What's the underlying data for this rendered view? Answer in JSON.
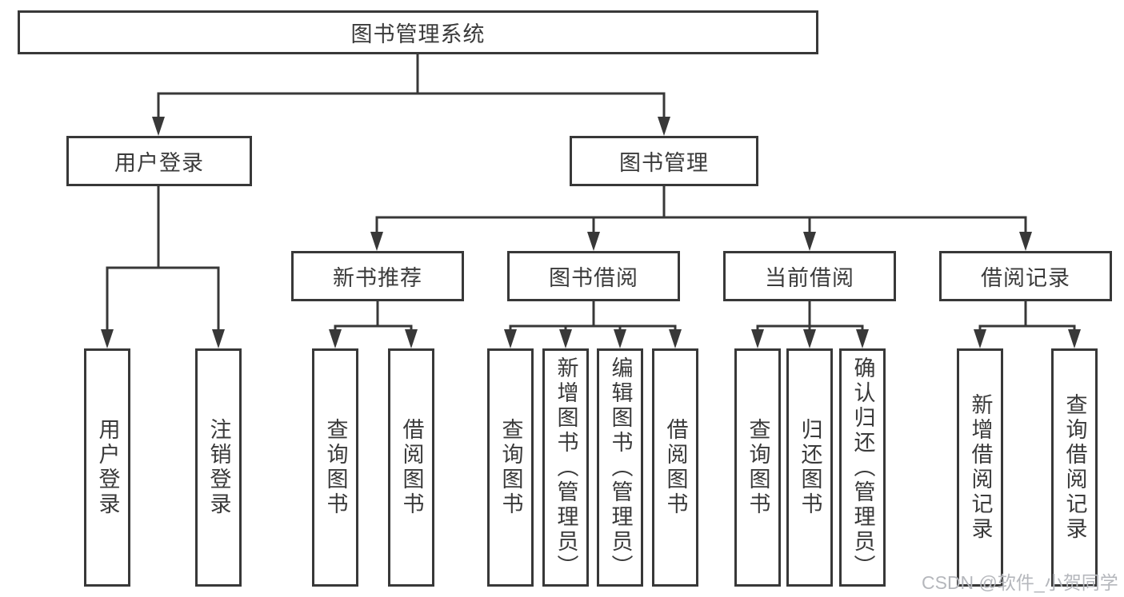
{
  "diagram": {
    "root": {
      "label": "图书管理系统"
    },
    "branches": [
      {
        "label": "用户登录",
        "children": [
          {
            "label": "用户登录"
          },
          {
            "label": "注销登录"
          }
        ]
      },
      {
        "label": "图书管理",
        "children": [
          {
            "label": "新书推荐",
            "children": [
              {
                "label": "查询图书"
              },
              {
                "label": "借阅图书"
              }
            ]
          },
          {
            "label": "图书借阅",
            "children": [
              {
                "label": "查询图书"
              },
              {
                "label": "新增图书（管理员）"
              },
              {
                "label": "编辑图书（管理员）"
              },
              {
                "label": "借阅图书"
              }
            ]
          },
          {
            "label": "当前借阅",
            "children": [
              {
                "label": "查询图书"
              },
              {
                "label": "归还图书"
              },
              {
                "label": "确认归还（管理员）"
              }
            ]
          },
          {
            "label": "借阅记录",
            "children": [
              {
                "label": "新增借阅记录"
              },
              {
                "label": "查询借阅记录"
              }
            ]
          }
        ]
      }
    ]
  },
  "watermark": "CSDN @软件_小贺同学",
  "colors": {
    "line": "#383838",
    "box_border": "#383838",
    "text": "#3a3a3a",
    "watermark": "#b5b7bc",
    "background": "#ffffff"
  }
}
